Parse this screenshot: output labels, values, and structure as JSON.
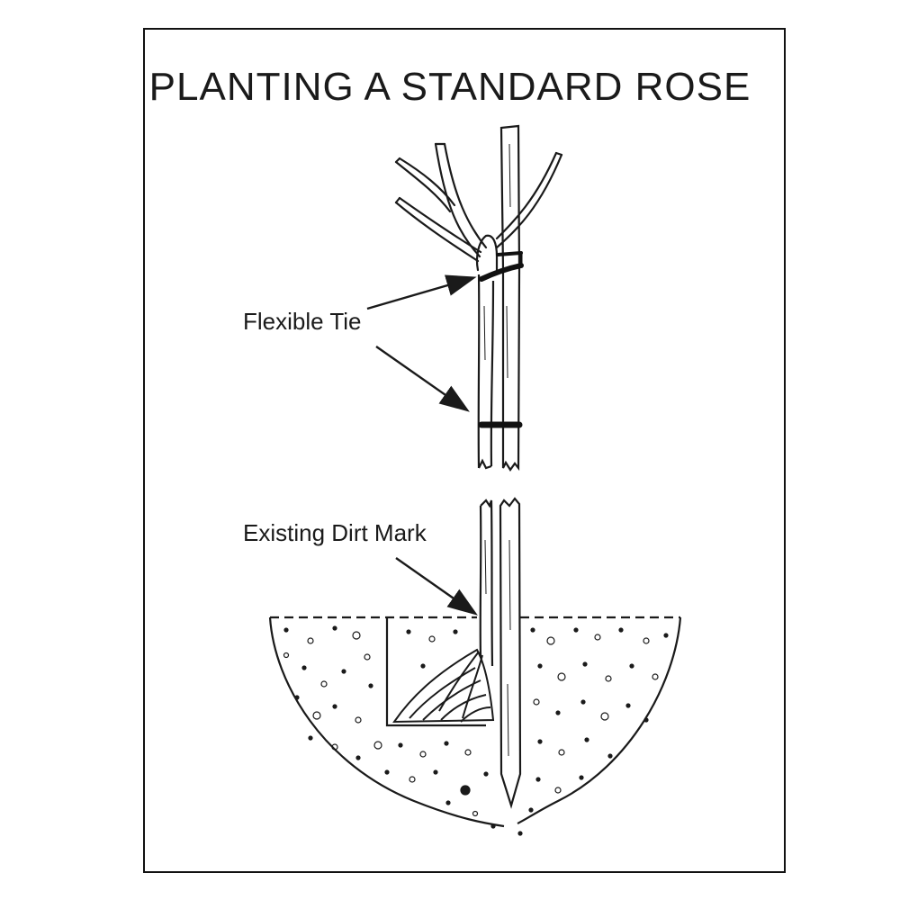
{
  "title": "PLANTING A STANDARD ROSE",
  "labels": {
    "flexible_tie": "Flexible Tie",
    "existing_dirt_mark": "Existing Dirt Mark"
  },
  "colors": {
    "ink": "#1a1a1a",
    "background": "#ffffff"
  }
}
